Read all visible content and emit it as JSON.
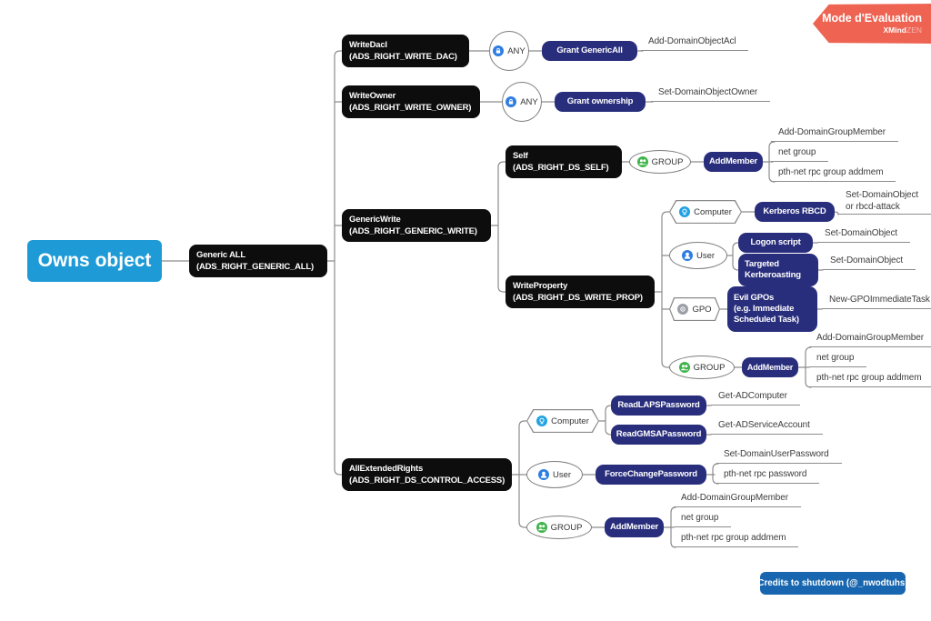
{
  "badge": {
    "title": "Mode d'Evaluation",
    "brand": "XMind",
    "brand_suffix": "ZEN"
  },
  "credits_label": "Credits to shutdown (@_nwodtuhs)",
  "root_label": "Owns object",
  "nodes": {
    "generic_all": {
      "l1": "Generic ALL",
      "l2": "(ADS_RIGHT_GENERIC_ALL)"
    },
    "write_dacl": {
      "l1": "WriteDacl",
      "l2": "(ADS_RIGHT_WRITE_DAC)"
    },
    "write_owner": {
      "l1": "WriteOwner",
      "l2": "(ADS_RIGHT_WRITE_OWNER)"
    },
    "generic_write": {
      "l1": "GenericWrite",
      "l2": "(ADS_RIGHT_GENERIC_WRITE)"
    },
    "self": {
      "l1": "Self",
      "l2": "(ADS_RIGHT_DS_SELF)"
    },
    "write_property": {
      "l1": "WriteProperty",
      "l2": "(ADS_RIGHT_DS_WRITE_PROP)"
    },
    "all_extended_rights": {
      "l1": "AllExtendedRights",
      "l2": "(ADS_RIGHT_DS_CONTROL_ACCESS)"
    },
    "any1": "ANY",
    "any2": "ANY",
    "group_self": "GROUP",
    "computer_wp": "Computer",
    "user_wp": "User",
    "gpo": "GPO",
    "group_wp": "GROUP",
    "computer_aer": "Computer",
    "user_aer": "User",
    "group_aer": "GROUP",
    "grant_genericall": "Grant GenericAll",
    "grant_ownership": "Grant ownership",
    "addmember_self": "AddMember",
    "kerberos_rbcd": "Kerberos RBCD",
    "logon_script": "Logon script",
    "targeted_kerberoasting": {
      "l1": "Targeted",
      "l2": "Kerberoasting"
    },
    "evil_gpos": {
      "l1": "Evil GPOs",
      "l2": "(e.g. Immediate",
      "l3": "Scheduled Task)"
    },
    "addmember_wp": "AddMember",
    "readlaps": "ReadLAPSPassword",
    "readgmsa": "ReadGMSAPassword",
    "forcechange": "ForceChangePassword",
    "addmember_aer": "AddMember"
  },
  "leaves": {
    "add_domainobjectacl": "Add-DomainObjectAcl",
    "set_domainobjectowner": "Set-DomainObjectOwner",
    "self_l1": "Add-DomainGroupMember",
    "self_l2": "net group",
    "self_l3": "pth-net rpc group addmem",
    "rbcd_l1": "Set-DomainObject",
    "rbcd_l2": "or rbcd-attack",
    "logon_leaf": "Set-DomainObject",
    "targeted_leaf": "Set-DomainObject",
    "gpo_leaf": "New-GPOImmediateTask",
    "wpg_l1": "Add-DomainGroupMember",
    "wpg_l2": "net group",
    "wpg_l3": "pth-net rpc group addmem",
    "laps_leaf": "Get-ADComputer",
    "gmsa_leaf": "Get-ADServiceAccount",
    "fcp_l1": "Set-DomainUserPassword",
    "fcp_l2": "pth-net rpc password",
    "aerg_l1": "Add-DomainGroupMember",
    "aerg_l2": "net group",
    "aerg_l3": "pth-net rpc group addmem"
  },
  "colors": {
    "root_blue": "#1e9bd7",
    "topic_black": "#0d0d0d",
    "action_navy": "#292e7c",
    "badge_red": "#ee6352",
    "credits_blue": "#1766af",
    "wire_gray": "#8c8c8c"
  }
}
